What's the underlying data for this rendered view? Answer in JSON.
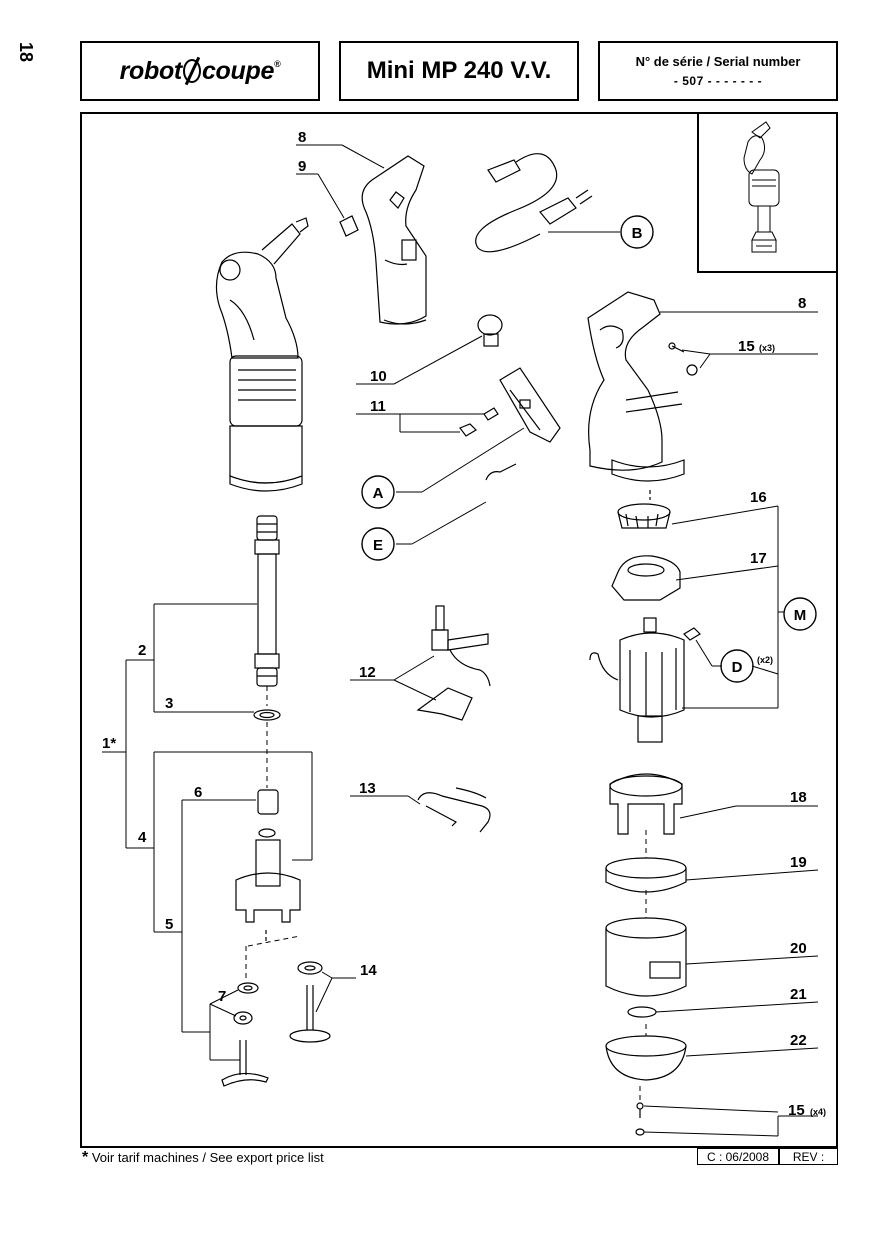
{
  "header": {
    "page_number": "18",
    "logo": {
      "left": "robot",
      "right": "coupe",
      "reg": "®"
    },
    "model": "Mini MP 240 V.V.",
    "serial_label": "N° de série / Serial number",
    "serial_value": "- 507 - - - - -   - -"
  },
  "callouts": {
    "c1": "1*",
    "c2": "2",
    "c3": "3",
    "c4": "4",
    "c5": "5",
    "c6": "6",
    "c7": "7",
    "c8a": "8",
    "c8b": "8",
    "c9": "9",
    "c10": "10",
    "c11": "11",
    "c12": "12",
    "c13": "13",
    "c14": "14",
    "c15a": "15",
    "c15b": "15",
    "c16": "16",
    "c17": "17",
    "c18": "18",
    "c19": "19",
    "c20": "20",
    "c21": "21",
    "c22": "22",
    "cA": "A",
    "cB": "B",
    "cD": "D",
    "cE": "E",
    "cM": "M",
    "q15a": "(x3)",
    "q15b": "(x4)",
    "qD": "(x2)"
  },
  "footer": {
    "star": "*",
    "note": " Voir tarif machines / See export price list",
    "date": "C : 06/2008",
    "rev": "REV :"
  }
}
